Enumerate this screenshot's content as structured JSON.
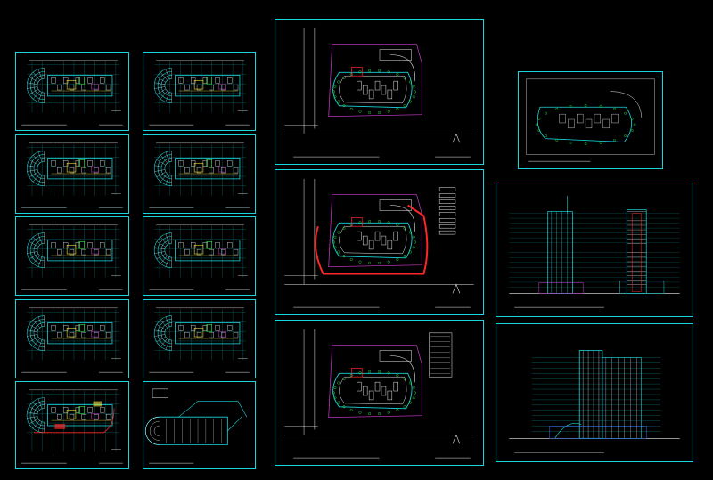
{
  "canvas": {
    "background": "#000000",
    "frame_color": "#19d6dc"
  },
  "colors": {
    "cyan": "#19d6dc",
    "green": "#2aff4a",
    "yellow": "#f5e43a",
    "magenta": "#d23bd6",
    "red": "#ff2626",
    "white": "#ececec",
    "blue": "#3b6cff"
  },
  "sheets": [
    {
      "id": "s1",
      "kind": "floorplan",
      "title": "",
      "number": ""
    },
    {
      "id": "s2",
      "kind": "floorplan",
      "title": "",
      "number": ""
    },
    {
      "id": "s3",
      "kind": "floorplan",
      "title": "",
      "number": ""
    },
    {
      "id": "s4",
      "kind": "floorplan",
      "title": "",
      "number": ""
    },
    {
      "id": "s5",
      "kind": "floorplan",
      "title": "",
      "number": ""
    },
    {
      "id": "s6",
      "kind": "floorplan",
      "title": "",
      "number": ""
    },
    {
      "id": "s7",
      "kind": "floorplan",
      "title": "",
      "number": ""
    },
    {
      "id": "s8",
      "kind": "floorplan",
      "title": "",
      "number": ""
    },
    {
      "id": "s9",
      "kind": "floorplan-color",
      "title": "",
      "number": ""
    },
    {
      "id": "s10",
      "kind": "floorplan-roof",
      "title": "",
      "number": ""
    },
    {
      "id": "s11",
      "kind": "siteplan",
      "title": "",
      "number": ""
    },
    {
      "id": "s12",
      "kind": "siteplan-fire",
      "title": "",
      "number": ""
    },
    {
      "id": "s13",
      "kind": "siteplan-landscape",
      "title": "",
      "number": ""
    },
    {
      "id": "s14",
      "kind": "siteplan-small",
      "title": "",
      "number": ""
    },
    {
      "id": "s15",
      "kind": "elevation-section",
      "title": "",
      "number": ""
    },
    {
      "id": "s16",
      "kind": "elevation",
      "title": "",
      "number": ""
    }
  ]
}
